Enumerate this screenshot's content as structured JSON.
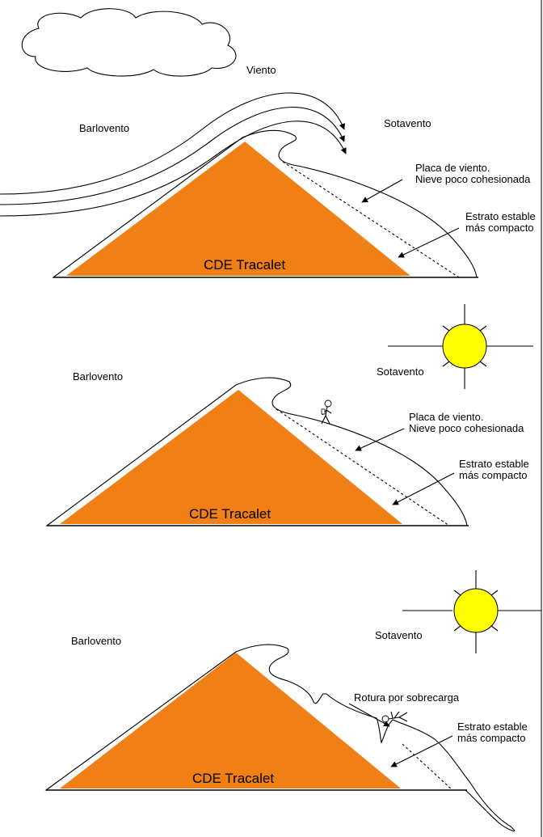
{
  "colors": {
    "mountain": "#f07f16",
    "sun": "#ffff00",
    "line": "#000000",
    "background": "#ffffff"
  },
  "panel1": {
    "wind": "Viento",
    "windward": "Barlovento",
    "leeward": "Sotavento",
    "slab_line1": "Placa de viento.",
    "slab_line2": "Nieve poco cohesionada",
    "stable_line1": "Estrato estable",
    "stable_line2": "más compacto",
    "mountain": "CDE Tracalet"
  },
  "panel2": {
    "windward": "Barlovento",
    "leeward": "Sotavento",
    "slab_line1": "Placa de viento.",
    "slab_line2": "Nieve poco cohesionada",
    "stable_line1": "Estrato estable",
    "stable_line2": "más compacto",
    "mountain": "CDE Tracalet"
  },
  "panel3": {
    "windward": "Barlovento",
    "leeward": "Sotavento",
    "rupture": "Rotura por sobrecarga",
    "stable_line1": "Estrato estable",
    "stable_line2": "más compacto",
    "mountain": "CDE Tracalet"
  }
}
